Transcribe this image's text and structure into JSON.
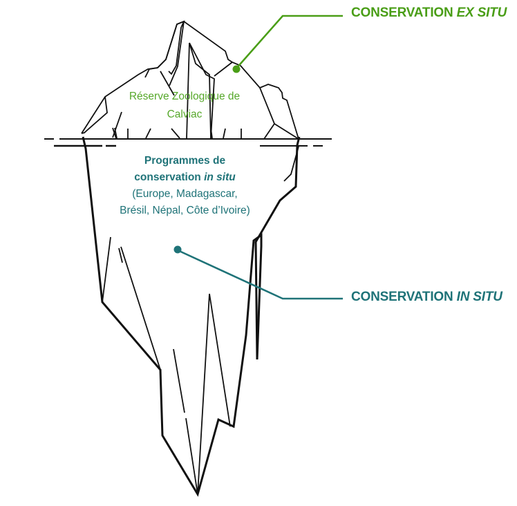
{
  "colors": {
    "ex_situ": "#4a9e17",
    "in_situ": "#1f7378",
    "outline": "#111111"
  },
  "callouts": {
    "ex_situ": {
      "title": "CONSERVATION",
      "emphasis": "EX SITU"
    },
    "in_situ": {
      "title": "CONSERVATION",
      "emphasis": "IN SITU"
    }
  },
  "tip": {
    "lines": [
      "Réserve Zoologique de",
      "Calviac"
    ]
  },
  "base": {
    "heading_line1": "Programmes de",
    "heading_line2_prefix": "conservation ",
    "heading_line2_emphasis": "in situ",
    "detail_line1": "(Europe, Madagascar,",
    "detail_line2": "Brésil, Népal, Côte d’Ivoire)"
  }
}
